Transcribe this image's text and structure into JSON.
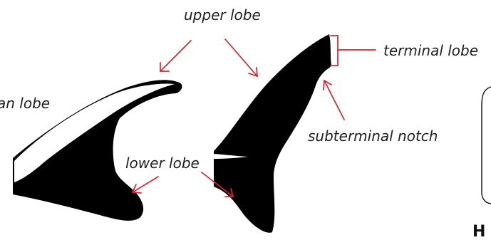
{
  "labels": {
    "upper_lobe": "upper lobe",
    "terminal_lobe": "terminal lobe",
    "partial_lobe": "an lobe",
    "lower_lobe": "lower lobe",
    "subterminal_notch": "subterminal notch",
    "partial_heading": "H"
  },
  "colors": {
    "fin_fill": "#000000",
    "arrow": "#d9232d",
    "text": "#231f20"
  }
}
